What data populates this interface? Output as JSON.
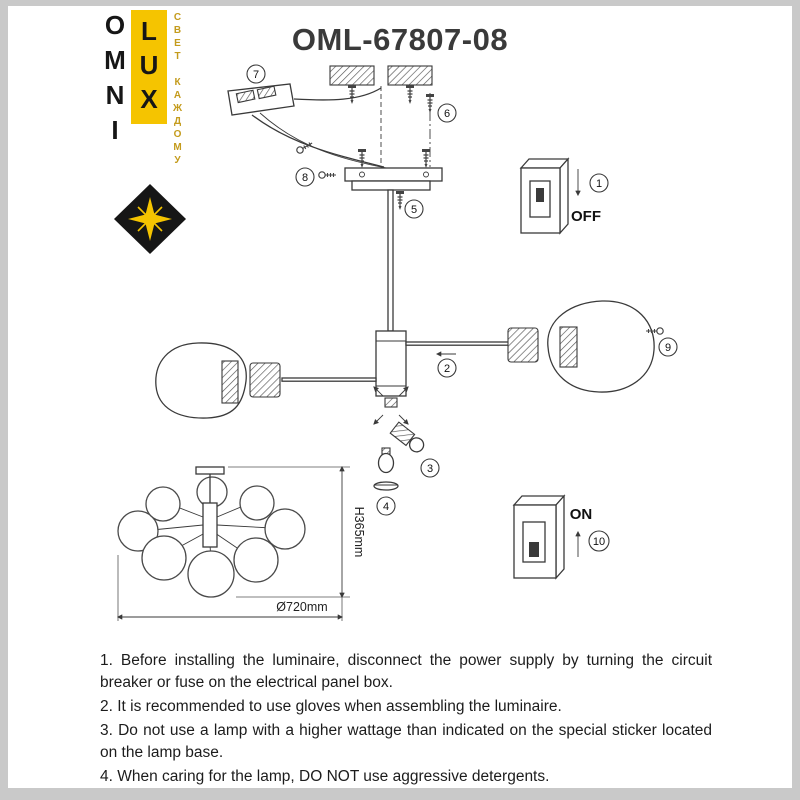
{
  "title": "OML-67807-08",
  "logo": {
    "brand_top": "OMNI",
    "brand_bottom": "LUX",
    "tagline": "СВЕТ КАЖДОМУ",
    "brand_yellow": "#f5c400",
    "brand_black": "#161616"
  },
  "diagram": {
    "callouts": [
      "1",
      "2",
      "3",
      "4",
      "5",
      "6",
      "7",
      "8",
      "9",
      "10"
    ],
    "labels": {
      "off": "OFF",
      "on": "ON",
      "height": "H365mm",
      "diameter": "Ø720mm"
    }
  },
  "instructions": [
    "1. Before installing the luminaire, disconnect the power supply by turning the circuit breaker or fuse on the electrical panel box.",
    "2. It is recommended to use gloves when assembling the luminaire.",
    "3. Do not use a lamp with a higher wattage than indicated on the special sticker located on the lamp base.",
    "4. When caring for the lamp, DO NOT use aggressive detergents."
  ]
}
